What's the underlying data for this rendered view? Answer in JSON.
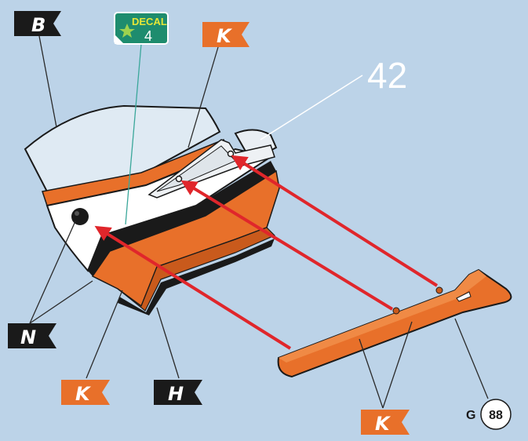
{
  "colors": {
    "background": "#bcd3e8",
    "orange": "#e8702a",
    "orange_dark": "#c95a1c",
    "black": "#1a1a1a",
    "white": "#ffffff",
    "arrow": "#e0262b",
    "decal_green": "#1e8c6e",
    "leader_teal": "#3aa79a",
    "leader_dark": "#2a2a2a"
  },
  "flags": {
    "b": {
      "letter": "B",
      "color": "black"
    },
    "k_top": {
      "letter": "K",
      "color": "orange"
    },
    "n": {
      "letter": "N",
      "color": "black"
    },
    "k_bottom_left": {
      "letter": "K",
      "color": "orange"
    },
    "h": {
      "letter": "H",
      "color": "black"
    },
    "k_bottom_right": {
      "letter": "K",
      "color": "orange"
    }
  },
  "decal": {
    "label": "DECAL",
    "number": "4",
    "icon": "star-icon"
  },
  "part_number": "42",
  "page_ref": {
    "letter": "G",
    "number": "88"
  }
}
